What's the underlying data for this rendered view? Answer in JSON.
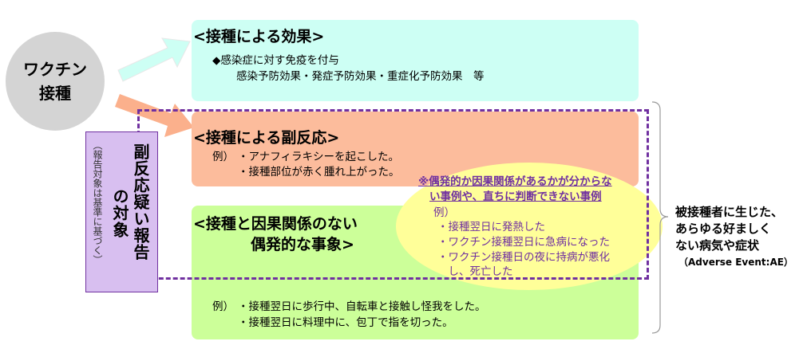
{
  "colors": {
    "effect_box": "#cdfff4",
    "reaction_box": "#fcbc9c",
    "coincidental_box": "#ccff99",
    "uncertain_ellipse": "#ffff99",
    "report_box": "#d8bff0",
    "dashed_border": "#7030a0",
    "vaccination_circle": "#d4d4d4"
  },
  "vaccination": {
    "line1": "ワクチン",
    "line2": "接種"
  },
  "effect": {
    "title": "<接種による効果>",
    "bullet": "◆",
    "line1": "感染症に対す免疫を付与",
    "line2": "感染予防効果・発症予防効果・重症化予防効果　等"
  },
  "reaction": {
    "title": "<接種による副反応>",
    "example_label": "例）",
    "items": [
      "・アナフィラキシーを起こした。",
      "・接種部位が赤く腫れ上がった。"
    ]
  },
  "coincidental": {
    "title_line1": "<接種と因果関係のない",
    "title_line2": "偶発的な事象>",
    "example_label": "例）",
    "items": [
      "・接種翌日に歩行中、自転車と接触し怪我をした。",
      "・接種翌日に料理中に、包丁で指を切った。"
    ]
  },
  "uncertain": {
    "heading_line1": "※偶発的か因果関係があるかが分からな",
    "heading_line2": "い事例や、直ちに判断できない事例",
    "example_label": "例）",
    "items": [
      "・接種翌日に発熱した",
      "・ワクチン接種翌日に急病になった",
      "・ワクチン接種日の夜に持病が悪化",
      "　し、死亡した"
    ]
  },
  "report_target": {
    "title_line1": "副反応疑い報告",
    "title_line2": "の対象",
    "note": "（報告対象は基準に基づく）"
  },
  "adverse_event": {
    "line1": "被接種者に生じた、",
    "line2": "あらゆる好ましく",
    "line3": "ない病気や症状",
    "english": "（Adverse Event:AE）"
  }
}
